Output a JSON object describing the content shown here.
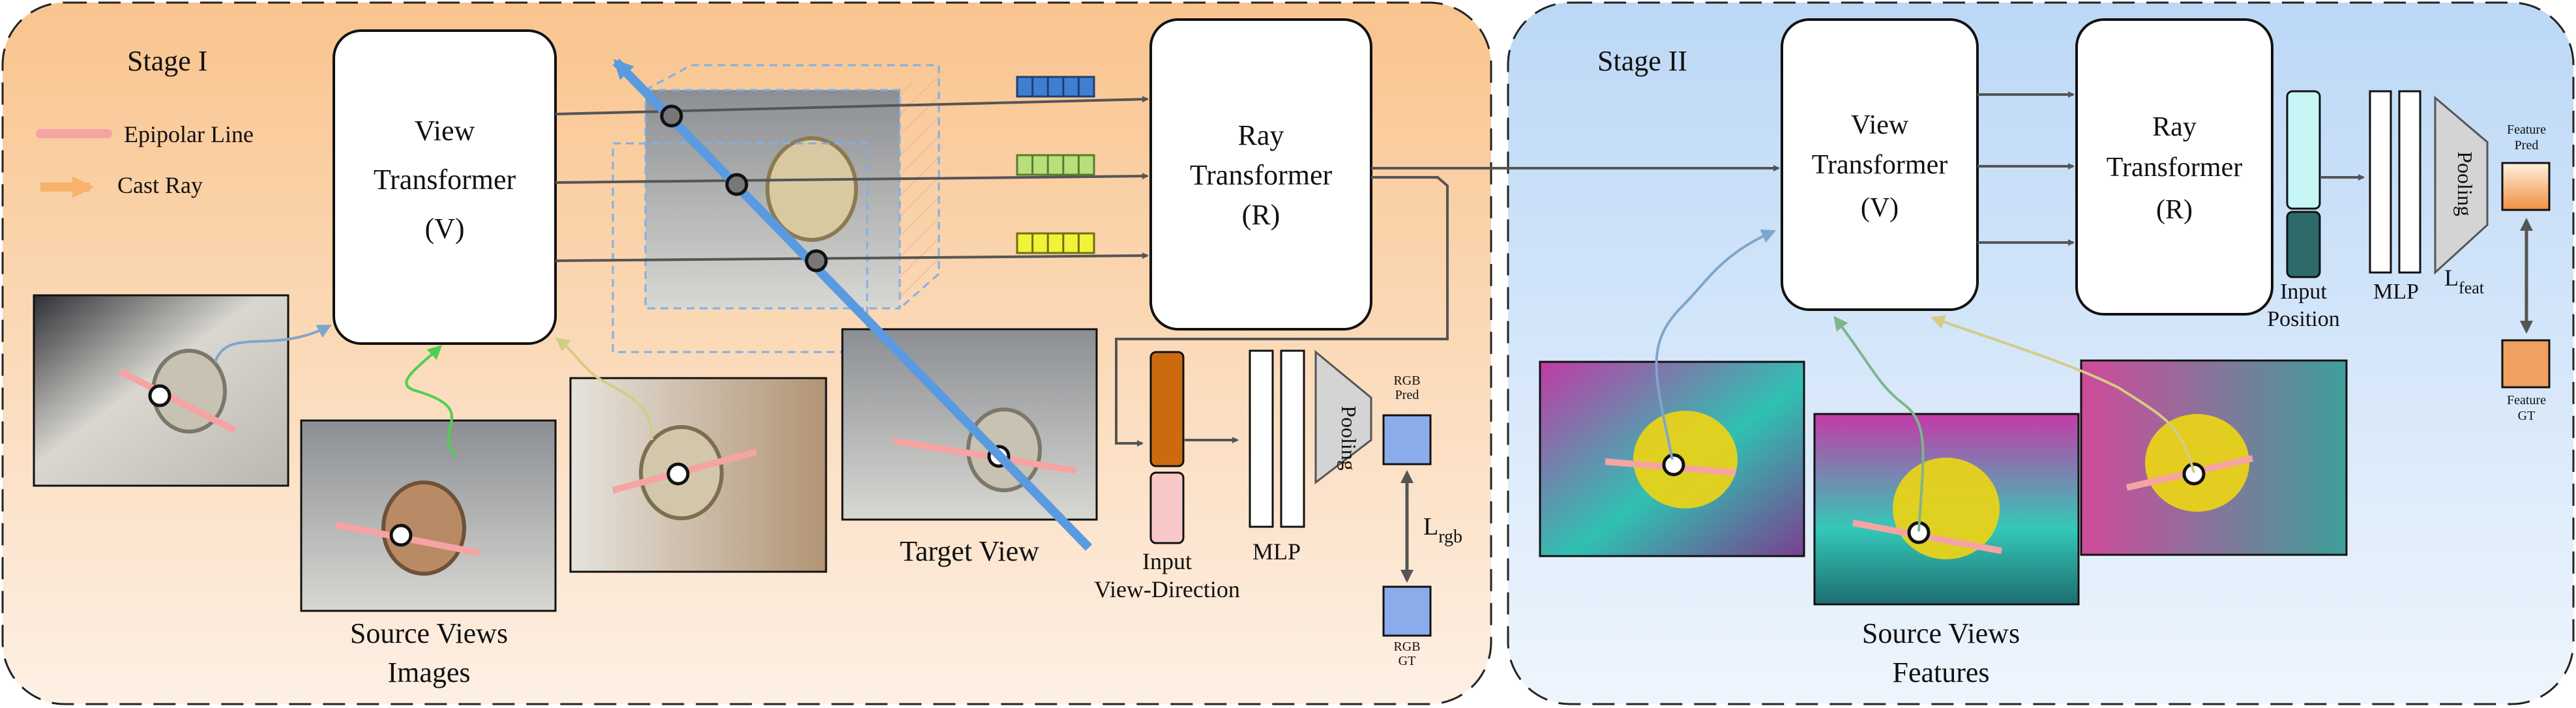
{
  "stage1": {
    "title": "Stage I",
    "legend": {
      "epipolar": "Epipolar Line",
      "cast_ray": "Cast Ray"
    },
    "view_transformer": [
      "View",
      "Transformer",
      "(V)"
    ],
    "ray_transformer": [
      "Ray",
      "Transformer",
      "(R)"
    ],
    "source_caption": [
      "Source Views",
      "Images"
    ],
    "target_caption": "Target View",
    "input_caption": [
      "Input",
      "View-Direction"
    ],
    "mlp": "MLP",
    "pooling": "Pooling",
    "rgb_pred": [
      "RGB",
      "Pred"
    ],
    "rgb_gt": [
      "RGB",
      "GT"
    ],
    "loss_main": "L",
    "loss_sub": "rgb"
  },
  "stage2": {
    "title": "Stage II",
    "view_transformer": [
      "View",
      "Transformer",
      "(V)"
    ],
    "ray_transformer": [
      "Ray",
      "Transformer",
      "(R)"
    ],
    "input_caption": [
      "Input",
      "Position"
    ],
    "mlp": "MLP",
    "pooling": "Pooling",
    "feature_pred": [
      "Feature",
      "Pred"
    ],
    "feature_gt": [
      "Feature",
      "GT"
    ],
    "loss_main": "L",
    "loss_sub": "feat",
    "source_caption": [
      "Source Views",
      "Features"
    ]
  },
  "colors": {
    "epipolar": "#f6a3a3",
    "cast_ray": "#f5b36b",
    "ray_blue": "#5a9ae0",
    "token_blue": "#3f7fd0",
    "token_green": "#b7e07a",
    "token_yellow": "#f2f23a",
    "input_orange": "#cc6a10",
    "input_pink": "#f8c8c8",
    "pos_light": "#c6f6f6",
    "pos_dark": "#2f6a6a",
    "rgb_box": "#8aacea",
    "feat_box": "#f0a060"
  }
}
